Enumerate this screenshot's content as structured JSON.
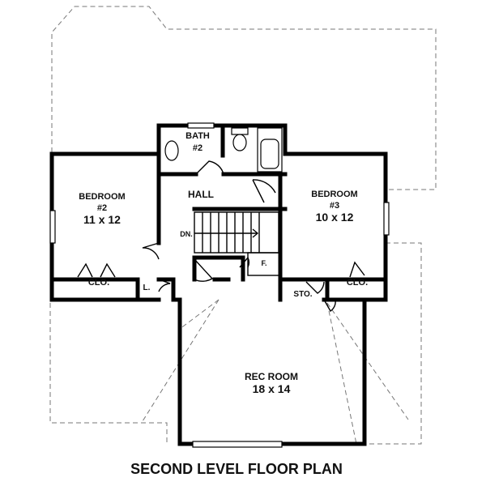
{
  "rooms": {
    "bath": {
      "name": "BATH",
      "number": "#2"
    },
    "hall": {
      "name": "HALL"
    },
    "bedroom2": {
      "name": "BEDROOM",
      "number": "#2",
      "size": "11 x 12"
    },
    "bedroom3": {
      "name": "BEDROOM",
      "number": "#3",
      "size": "10 x 12"
    },
    "rec_room": {
      "name": "REC ROOM",
      "size": "18 x 14"
    },
    "closet_left": {
      "name": "CLO."
    },
    "closet_right": {
      "name": "CLO."
    },
    "linen": {
      "name": "L."
    },
    "furnace": {
      "name": "F."
    },
    "storage": {
      "name": "STO."
    },
    "stair": {
      "name": "DN."
    }
  },
  "caption": "SECOND LEVEL FLOOR PLAN"
}
